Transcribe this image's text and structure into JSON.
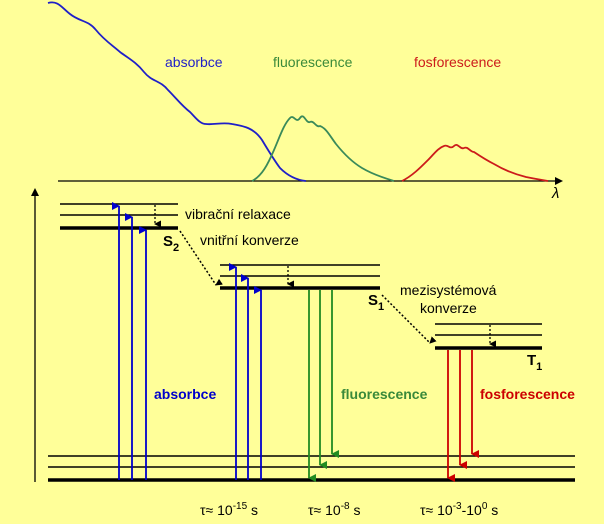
{
  "colors": {
    "background": "#ffff99",
    "absorption": "#0000cc",
    "fluorescence": "#228b22",
    "phosphorescence": "#cc0000",
    "levels": "#000000",
    "spectrum_absorption": "#1f1fc8",
    "spectrum_fluorescence": "#3a8a5a",
    "spectrum_phosphorescence": "#cc1b1b"
  },
  "spectrum": {
    "absorption_label": "absorbce",
    "fluorescence_label": "fluorescence",
    "phosphorescence_label": "fosforescence",
    "axis_label": "λ"
  },
  "states": {
    "s2": {
      "main": "S",
      "sub": "2"
    },
    "s1": {
      "main": "S",
      "sub": "1"
    },
    "t1": {
      "main": "T",
      "sub": "1"
    }
  },
  "processes": {
    "vibrational_relaxation": "vibrační relaxace",
    "internal_conversion": "vnitřní konverze",
    "intersystem_line1": "mezisystémová",
    "intersystem_line2": "konverze"
  },
  "transitions": {
    "absorption": "absorbce",
    "fluorescence": "fluorescence",
    "phosphorescence": "fosforescence"
  },
  "timescales": {
    "absorption": {
      "prefix": "τ≈ 10",
      "exp": "-15",
      "unit": " s"
    },
    "fluorescence": {
      "prefix": "τ≈ 10",
      "exp": "-8",
      "unit": " s"
    },
    "phosphorescence": {
      "prefix": "τ≈ 10",
      "exp1": "-3",
      "mid": "-10",
      "exp2": "0",
      "unit": " s"
    }
  }
}
